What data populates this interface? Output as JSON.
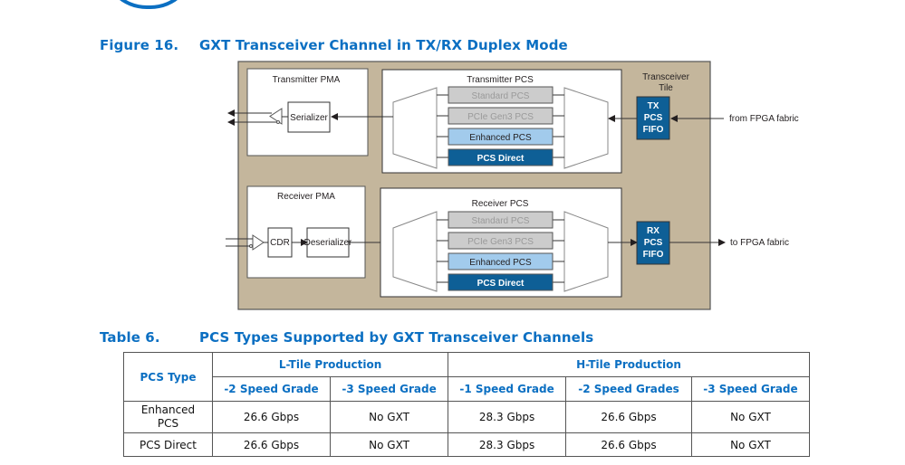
{
  "figure": {
    "number": "Figure 16.",
    "title": "GXT Transceiver Channel in TX/RX Duplex Mode",
    "diagram": {
      "transmitter_pma": {
        "label": "Transmitter PMA",
        "block": "Serializer"
      },
      "transmitter_pcs": {
        "label": "Transmitter PCS",
        "options": [
          {
            "label": "Standard PCS",
            "state": "disabled"
          },
          {
            "label": "PCIe Gen3 PCS",
            "state": "disabled"
          },
          {
            "label": "Enhanced PCS",
            "state": "supported"
          },
          {
            "label": "PCS Direct",
            "state": "supported-direct"
          }
        ]
      },
      "transceiver_tile": {
        "label_line1": "Transceiver",
        "label_line2": "Tile"
      },
      "tx_fifo": {
        "line1": "TX",
        "line2": "PCS",
        "line3": "FIFO"
      },
      "from_fabric": "from FPGA fabric",
      "receiver_pma": {
        "label": "Receiver PMA",
        "cdr": "CDR",
        "deserializer": "Deserializer"
      },
      "receiver_pcs": {
        "label": "Receiver PCS",
        "options": [
          {
            "label": "Standard PCS",
            "state": "disabled"
          },
          {
            "label": "PCIe Gen3 PCS",
            "state": "disabled"
          },
          {
            "label": "Enhanced PCS",
            "state": "supported"
          },
          {
            "label": "PCS Direct",
            "state": "supported-direct"
          }
        ]
      },
      "rx_fifo": {
        "line1": "RX",
        "line2": "PCS",
        "line3": "FIFO"
      },
      "to_fabric": "to FPGA fabric",
      "colors": {
        "tile_bg": "#c4b69c",
        "disabled_fill": "#cccccc",
        "disabled_text": "#9a9a9a",
        "enhanced_fill": "#a2cbec",
        "direct_fill": "#0e5f96",
        "fifo_fill": "#0e5f96"
      }
    }
  },
  "table": {
    "number": "Table 6.",
    "title": "PCS Types Supported by GXT Transceiver Channels",
    "row_header": "PCS Type",
    "groups": [
      {
        "label": "L-Tile Production",
        "columns": [
          "-2 Speed Grade",
          "-3 Speed Grade"
        ]
      },
      {
        "label": "H-Tile Production",
        "columns": [
          "-1 Speed Grade",
          "-2 Speed Grades",
          "-3 Speed Grade"
        ]
      }
    ],
    "rows": [
      {
        "pcs_line1": "Enhanced",
        "pcs_line2": "PCS",
        "values": [
          "26.6 Gbps",
          "No GXT",
          "28.3 Gbps",
          "26.6 Gbps",
          "No GXT"
        ]
      },
      {
        "pcs_line1": "PCS Direct",
        "pcs_line2": "",
        "values": [
          "26.6 Gbps",
          "No GXT",
          "28.3 Gbps",
          "26.6 Gbps",
          "No GXT"
        ]
      }
    ]
  }
}
